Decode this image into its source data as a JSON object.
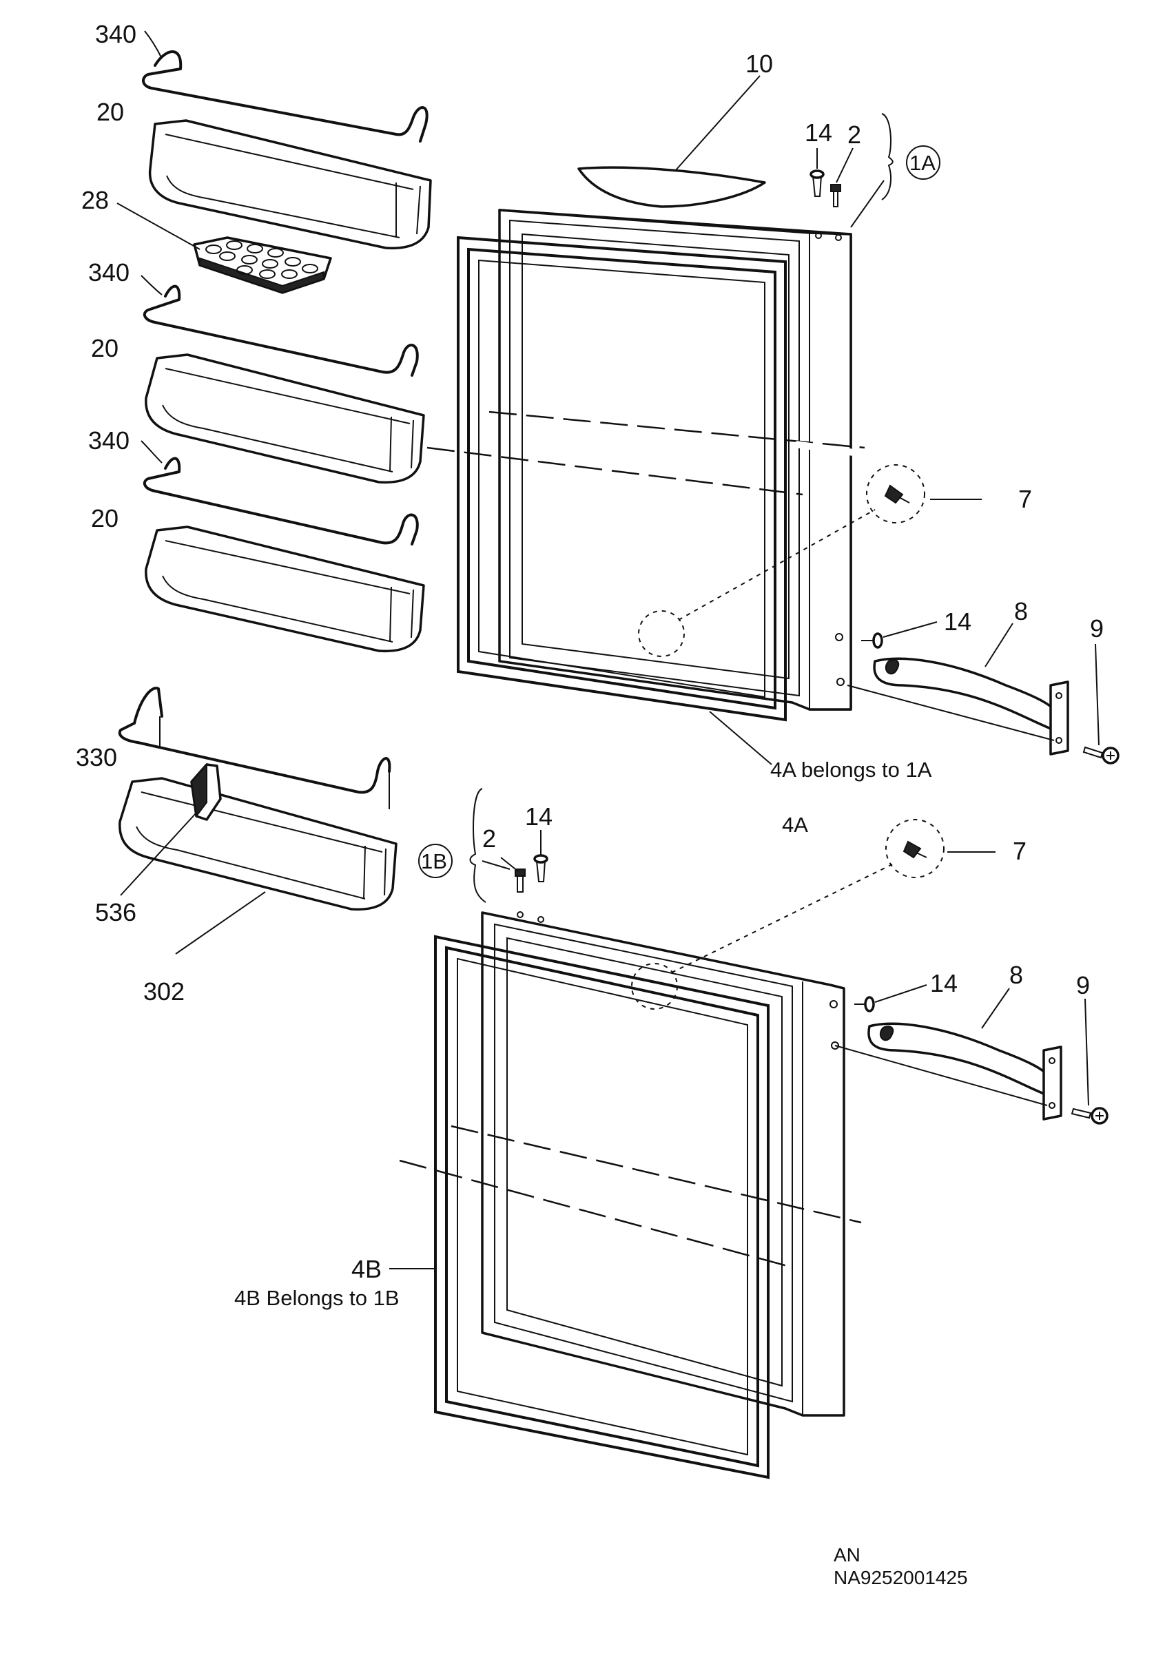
{
  "callouts": {
    "c340a": "340",
    "c20a": "20",
    "c28": "28",
    "c340b": "340",
    "c20b": "20",
    "c340c": "340",
    "c20c": "20",
    "c330": "330",
    "c536": "536",
    "c302": "302",
    "c10": "10",
    "c14top": "14",
    "c2top": "2",
    "c1a": "1A",
    "c7top": "7",
    "c14mid": "14",
    "c8top": "8",
    "c9top": "9",
    "c4a": "4A",
    "c1b": "1B",
    "c2b": "2",
    "c14b": "14",
    "c7b": "7",
    "c14low": "14",
    "c8low": "8",
    "c9low": "9",
    "c4b": "4B"
  },
  "notes": {
    "n4a": "4A belongs to 1A",
    "n4b": "4B  Belongs to 1B"
  },
  "drawing_code": {
    "line1": "AN",
    "line2": "NA9252001425"
  }
}
